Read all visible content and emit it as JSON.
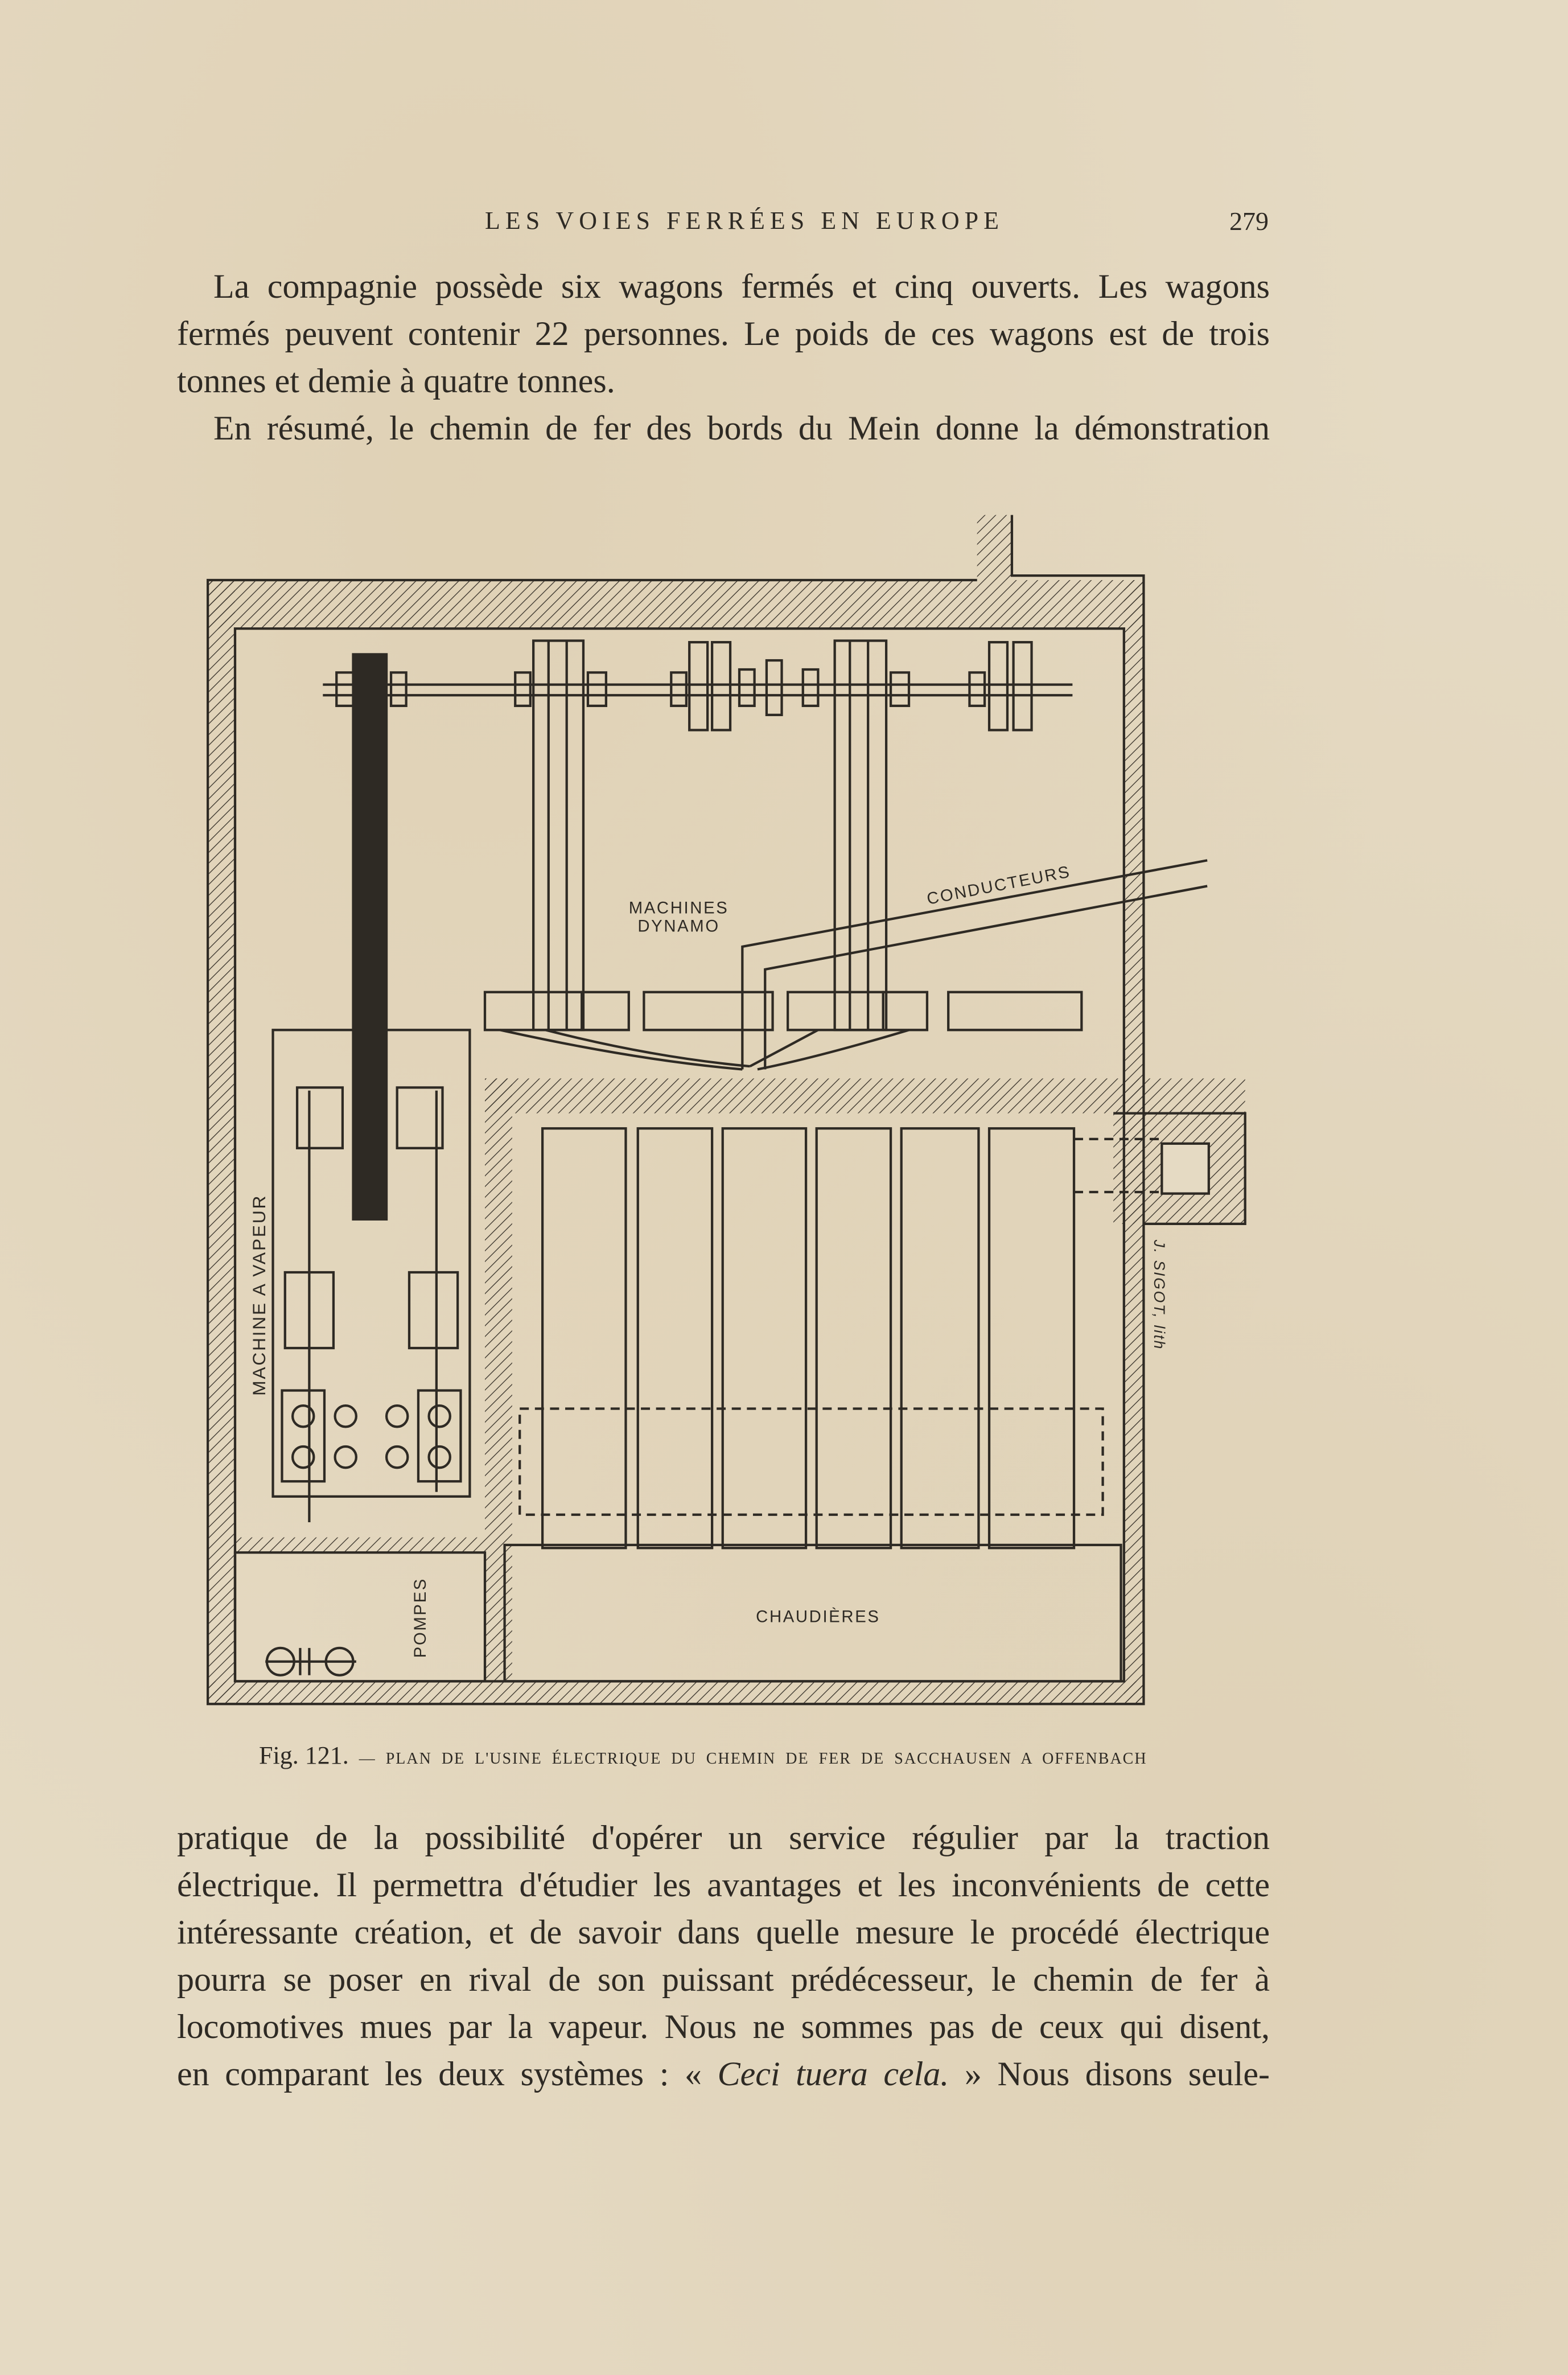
{
  "header": {
    "running_title": "LES VOIES FERRÉES EN EUROPE",
    "page_number": "279"
  },
  "paragraph_top": {
    "lines": [
      "La compagnie possède six wagons fermés et cinq ouverts. Les wagons",
      "fermés peuvent contenir 22 personnes. Le poids de ces wagons est de trois",
      "tonnes et demie à quatre tonnes.",
      "En résumé, le chemin de fer des bords du Mein donne la démonstration"
    ]
  },
  "figure": {
    "labels": {
      "machines": "MACHINES",
      "dynamo": "DYNAMO",
      "conducteurs": "CONDUCTEURS",
      "machine_a_vapeur": "MACHINE A VAPEUR",
      "pompes": "POMPES",
      "chaudieres": "CHAUDIÈRES"
    },
    "signature": "J. SIGOT, lith",
    "fig_number": "Fig. 121.",
    "caption": "— PLAN DE L'USINE ÉLECTRIQUE DU CHEMIN DE FER DE SACCHAUSEN A OFFENBACH"
  },
  "paragraph_bottom": {
    "lines": [
      "pratique de la possibilité d'opérer un service régulier par la traction",
      "électrique. Il permettra d'étudier les avantages et les inconvénients de cette",
      "intéressante création, et de savoir dans quelle mesure le procédé électrique",
      "pourra se poser en rival de son puissant prédécesseur, le chemin de fer à",
      "locomotives mues par la vapeur. Nous ne sommes pas de ceux qui disent,"
    ],
    "last_line": {
      "before": "en comparant les deux systèmes : « ",
      "italic": "Ceci tuera cela.",
      "after": " » Nous disons seule-"
    }
  }
}
